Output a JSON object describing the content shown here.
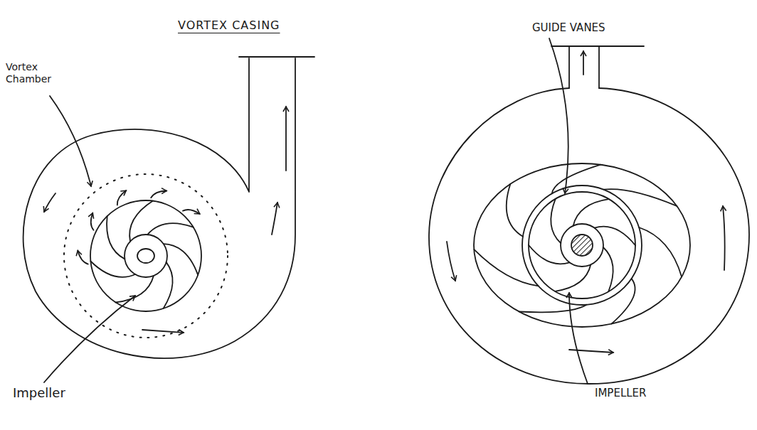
{
  "diagram": {
    "title": "VORTEX CASING",
    "labels": [
      "Vortex Chamber",
      "Impeller",
      "GUIDE VANES",
      "IMPELLER"
    ]
  }
}
